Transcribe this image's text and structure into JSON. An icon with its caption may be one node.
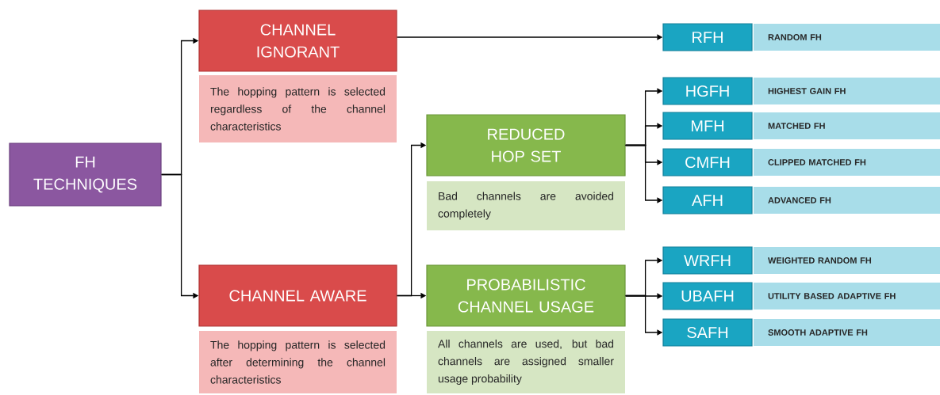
{
  "diagram": {
    "nodes": [
      {
        "text": [
          "FH TECHNIQUES"
        ]
      },
      {
        "text": [
          "CHANNEL IGNORANT"
        ]
      },
      {
        "text": [
          "The hopping pattern is selected regardless of the channel characteristics"
        ]
      },
      {
        "text": [
          "CHANNEL AWARE"
        ]
      },
      {
        "text": [
          "The hopping pattern is selected after determining the channel characteristics"
        ]
      },
      {
        "text": [
          "REDUCED HOP SET"
        ]
      },
      {
        "text": [
          "Bad channels are avoided completely"
        ]
      },
      {
        "text": [
          "PROBABILISTIC CHANNEL USAGE"
        ]
      },
      {
        "text": [
          "All channels are used, but bad channels are assigned smaller usage probability"
        ]
      },
      {
        "text": [
          "RFH"
        ]
      },
      {
        "text": [
          "RANDOM FH"
        ]
      },
      {
        "text": [
          "HGFH"
        ]
      },
      {
        "text": [
          "HIGHEST GAIN FH"
        ]
      },
      {
        "text": [
          "MFH"
        ]
      },
      {
        "text": [
          "MATCHED FH"
        ]
      },
      {
        "text": [
          "CMFH"
        ]
      },
      {
        "text": [
          "CLIPPED MATCHED FH"
        ]
      },
      {
        "text": [
          "AFH"
        ]
      },
      {
        "text": [
          "ADVANCED FH"
        ]
      },
      {
        "text": [
          "WRFH"
        ]
      },
      {
        "text": [
          "WEIGHTED RANDOM FH"
        ]
      },
      {
        "text": [
          "UBAFH"
        ]
      },
      {
        "text": [
          "UTILITY BASED ADAPTIVE FH"
        ]
      },
      {
        "text": [
          "SAFH"
        ]
      },
      {
        "text": [
          "SMOOTH ADAPTIVE  FH"
        ]
      }
    ],
    "edges": [
      {
        "from": 0,
        "to": 1,
        "arrow": "to"
      },
      {
        "from": 0,
        "to": 3,
        "arrow": "to"
      },
      {
        "from": 1,
        "to": 9,
        "arrow": "to"
      },
      {
        "from": 3,
        "to": 5,
        "arrow": "to"
      },
      {
        "from": 3,
        "to": 7,
        "arrow": "to"
      },
      {
        "from": 5,
        "to": 11,
        "arrow": "to"
      },
      {
        "from": 5,
        "to": 13,
        "arrow": "to"
      },
      {
        "from": 5,
        "to": 15,
        "arrow": "to"
      },
      {
        "from": 5,
        "to": 17,
        "arrow": "to"
      },
      {
        "from": 7,
        "to": 19,
        "arrow": "to"
      },
      {
        "from": 7,
        "to": 21,
        "arrow": "to"
      },
      {
        "from": 7,
        "to": 23,
        "arrow": "to"
      }
    ]
  }
}
